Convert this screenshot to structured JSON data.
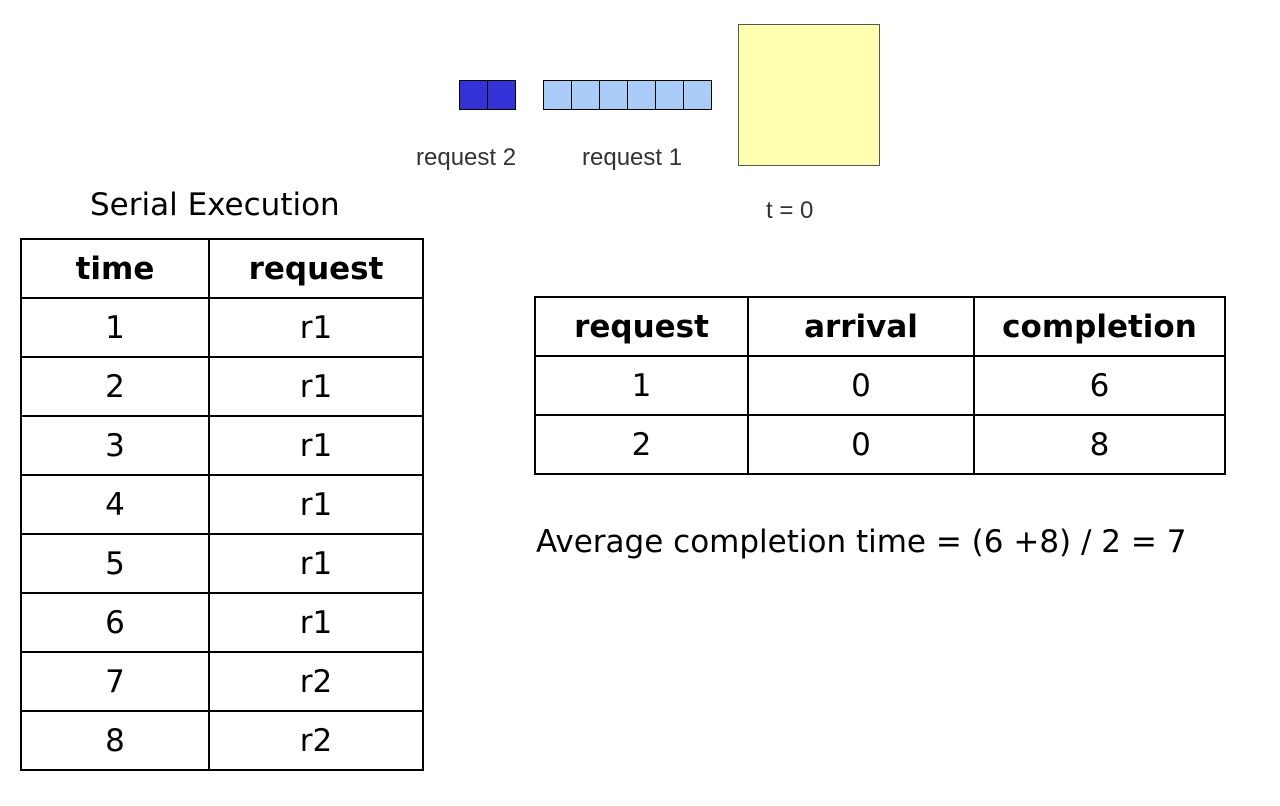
{
  "diagram": {
    "queue_request2_cells": 2,
    "queue_request1_cells": 6,
    "label_request2": "request 2",
    "label_request1": "request 1",
    "label_time": "t = 0",
    "colors": {
      "request2": "#3232d6",
      "request1": "#a9cdf6",
      "server": "#ffffb0"
    }
  },
  "serial": {
    "title": "Serial Execution",
    "headers": [
      "time",
      "request"
    ],
    "rows": [
      [
        "1",
        "r1"
      ],
      [
        "2",
        "r1"
      ],
      [
        "3",
        "r1"
      ],
      [
        "4",
        "r1"
      ],
      [
        "5",
        "r1"
      ],
      [
        "6",
        "r1"
      ],
      [
        "7",
        "r2"
      ],
      [
        "8",
        "r2"
      ]
    ]
  },
  "results": {
    "headers": [
      "request",
      "arrival",
      "completion"
    ],
    "rows": [
      [
        "1",
        "0",
        "6"
      ],
      [
        "2",
        "0",
        "8"
      ]
    ]
  },
  "average_text": "Average completion time = (6 +8) / 2 = 7"
}
